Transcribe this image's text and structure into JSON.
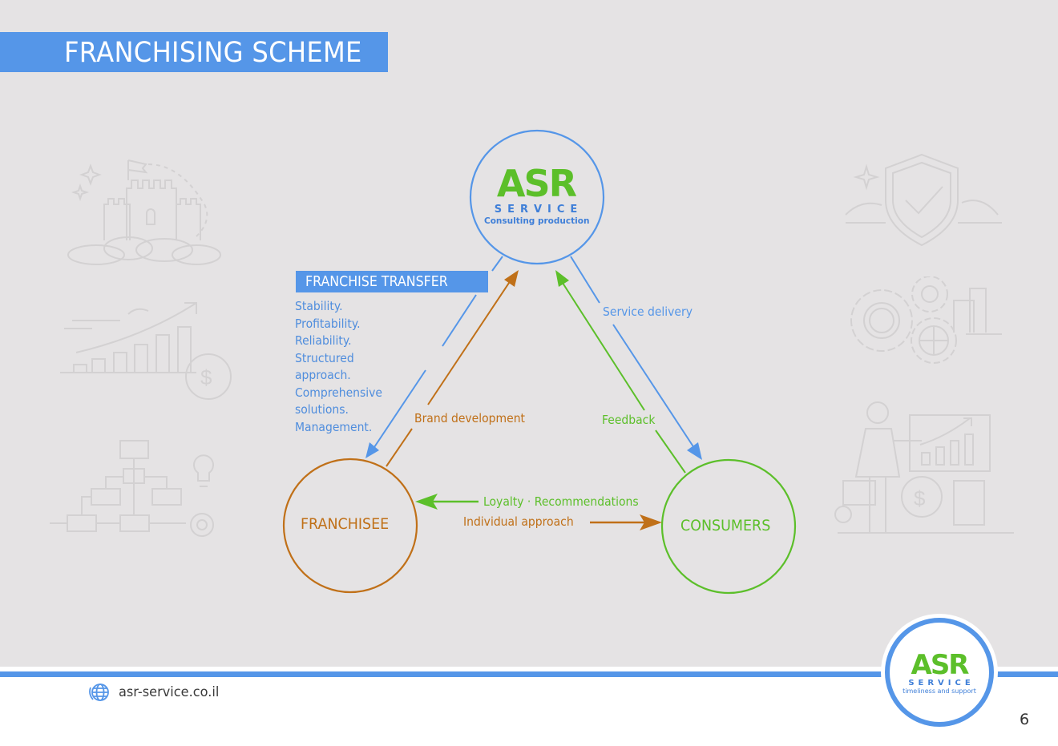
{
  "header": {
    "title": "FRANCHISING SCHEME"
  },
  "colors": {
    "accent_blue": "#5596e8",
    "brand_green": "#5cbf2a",
    "franchisee_orange": "#c07018",
    "background": "#e5e3e4"
  },
  "nodes": {
    "company": {
      "logo_main": "ASR",
      "logo_sub": "SERVICE",
      "logo_tagline": "Consulting production"
    },
    "franchisee": {
      "label": "FRANCHISEE"
    },
    "consumers": {
      "label": "CONSUMERS"
    }
  },
  "franchise_transfer": {
    "heading": "FRANCHISE TRANSFER",
    "benefits": [
      "Stability.",
      "Profitability.",
      "Reliability.",
      "Structured",
      "approach.",
      "Comprehensive",
      "solutions.",
      "Management."
    ]
  },
  "flows": {
    "brand_development": "Brand development",
    "service_delivery": "Service delivery",
    "feedback": "Feedback",
    "loyalty": "Loyalty · Recommendations",
    "individual_approach": "Individual approach"
  },
  "background_illustrations": {
    "left": [
      "castle-icon",
      "growth-chart-icon",
      "flowchart-idea-icon"
    ],
    "right": [
      "shield-check-icon",
      "gears-city-icon",
      "businessman-presentation-icon"
    ]
  },
  "footer": {
    "website": "asr-service.co.il",
    "globe_icon": "globe-icon",
    "logo_main": "ASR",
    "logo_sub": "SERVICE",
    "logo_tagline": "timeliness and support",
    "page_number": "6"
  }
}
